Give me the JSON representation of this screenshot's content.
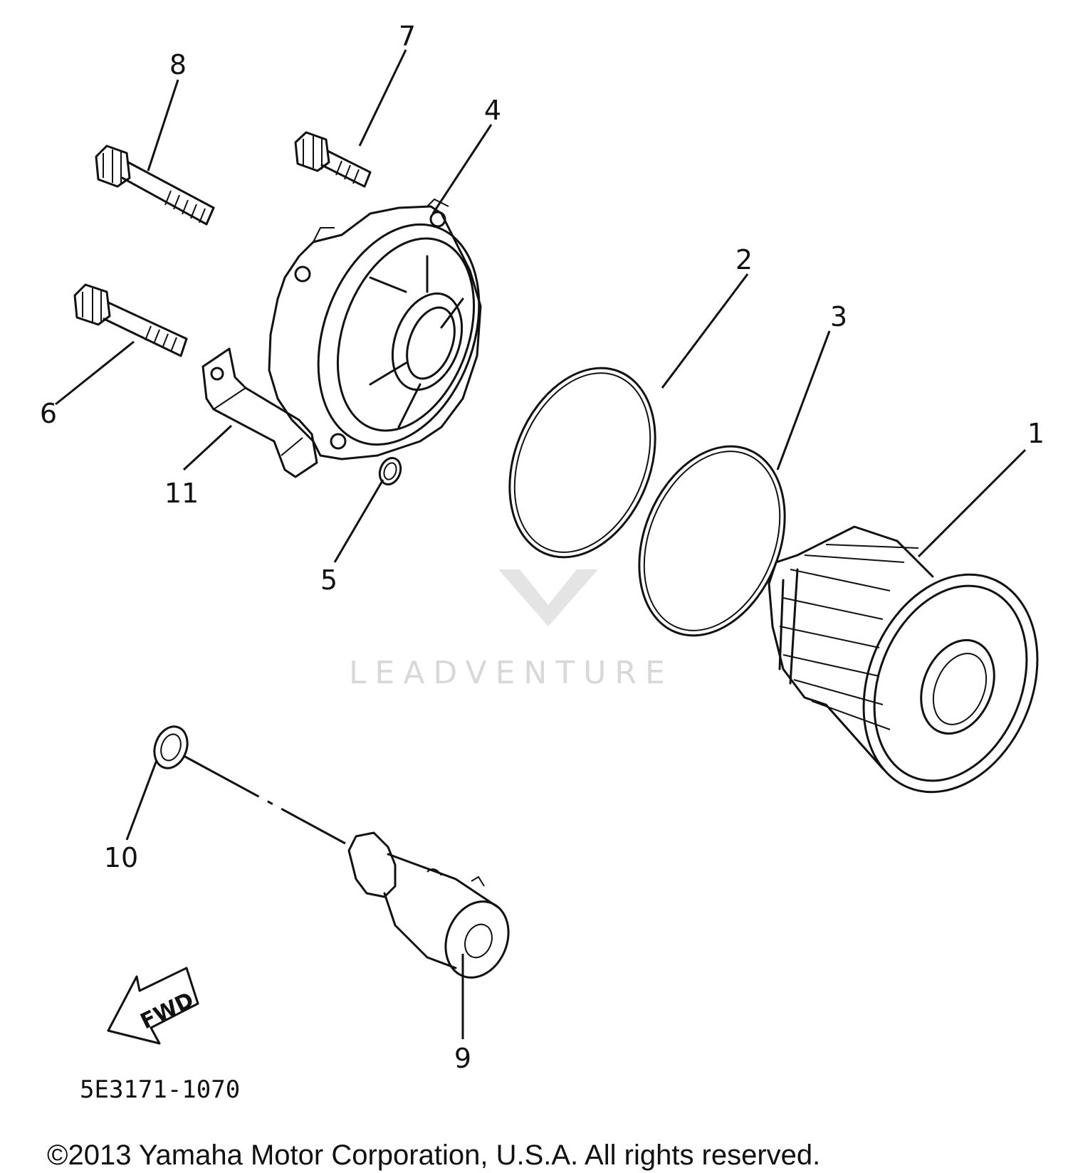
{
  "callouts": {
    "c1": "1",
    "c2": "2",
    "c3": "3",
    "c4": "4",
    "c5": "5",
    "c6": "6",
    "c7": "7",
    "c8": "8",
    "c9": "9",
    "c10": "10",
    "c11": "11"
  },
  "fwd_label": "FWD",
  "diagram_code": "5E3171-1070",
  "watermark": "LEADVENTURE",
  "copyright": "©2013 Yamaha Motor Corporation, U.S.A. All rights reserved."
}
